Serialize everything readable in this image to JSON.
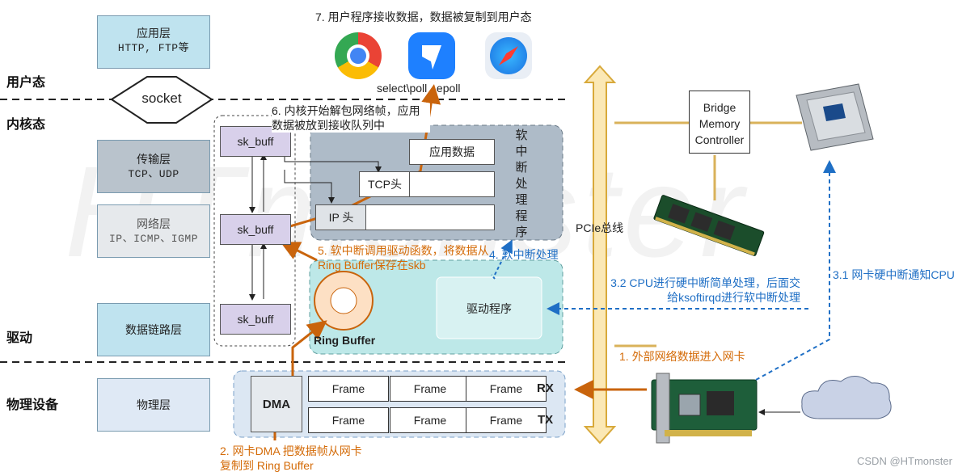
{
  "title": "7. 用户程序接收数据，数据被复制到用户态",
  "regions": {
    "user": "用户态",
    "kernel": "内核态",
    "driver": "驱动",
    "physical": "物理设备"
  },
  "layers": {
    "app": {
      "name": "应用层",
      "protocols": "HTTP, FTP等"
    },
    "socket": "socket",
    "transport": {
      "name": "传输层",
      "protocols": "TCP、UDP"
    },
    "network": {
      "name": "网络层",
      "protocols": "IP、ICMP、IGMP"
    },
    "datalink": "数据链路层",
    "physical": "物理层"
  },
  "skbuff": [
    "sk_buff",
    "sk_buff",
    "sk_buff"
  ],
  "softirq": {
    "app_data": "应用数据",
    "tcp_head": "TCP头",
    "ip_head": "IP 头",
    "label": "软中断处理程序"
  },
  "poll_label": "select\\poll   epoll",
  "step6": "6. 内核开始解包网络帧，应用数据被放到接收队列中",
  "step5": "5. 软中断调用驱动函数，将数据从Ring Buffer保存在skb",
  "step4": "4. 软中断处理",
  "driver": {
    "ring": "Ring Buffer",
    "program": "驱动程序"
  },
  "dma": "DMA",
  "frames": [
    "Frame",
    "Frame",
    "Frame",
    "Frame",
    "Frame",
    "Frame"
  ],
  "rx": "RX",
  "tx": "TX",
  "step2": "2. 网卡DMA 把数据帧从网卡复制到 Ring Buffer",
  "pcie": "PCIe总线",
  "bridge": "Bridge Memory Controller",
  "step32": "3.2 CPU进行硬中断简单处理，后面交给ksoftirqd进行软中断处理",
  "step31": "3.1 网卡硬中断通知CPU",
  "step1": "1. 外部网络数据进入网卡",
  "watermark": "CSDN @HTmonster",
  "bg_watermark": "HTmonster",
  "colors": {
    "orange": "#d46b08",
    "blue": "#1f6fc5",
    "app_layer": "#bfe3ef",
    "gray_layer": "#b9c3cc",
    "softirq_panel": "#aebbc8",
    "driver_panel": "#bde8e8",
    "skbuff": "#d8d0ea",
    "dma_panel": "#dce7f3"
  }
}
